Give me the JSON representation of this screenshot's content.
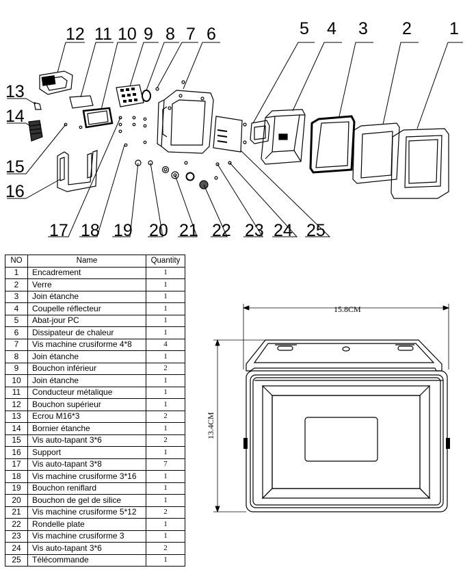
{
  "callouts": [
    "1",
    "2",
    "3",
    "4",
    "5",
    "6",
    "7",
    "8",
    "9",
    "10",
    "11",
    "12",
    "13",
    "14",
    "15",
    "16",
    "17",
    "18",
    "19",
    "20",
    "21",
    "22",
    "23",
    "24",
    "25"
  ],
  "table": {
    "headers": {
      "no": "NO",
      "name": "Name",
      "quantity": "Quantity"
    },
    "rows": [
      {
        "no": "1",
        "name": "Encadrement",
        "qty": "1"
      },
      {
        "no": "2",
        "name": "Verre",
        "qty": "1"
      },
      {
        "no": "3",
        "name": "Join étanche",
        "qty": "1"
      },
      {
        "no": "4",
        "name": "Coupelle réflecteur",
        "qty": "1"
      },
      {
        "no": "5",
        "name": "Abat-jour PC",
        "qty": "1"
      },
      {
        "no": "6",
        "name": "Dissipateur de chaleur",
        "qty": "1"
      },
      {
        "no": "7",
        "name": "Vis machine crusiforme 4*8",
        "qty": "4"
      },
      {
        "no": "8",
        "name": "Join étanche",
        "qty": "1"
      },
      {
        "no": "9",
        "name": "Bouchon inférieur",
        "qty": "2"
      },
      {
        "no": "10",
        "name": "Join étanche",
        "qty": "1"
      },
      {
        "no": "11",
        "name": "Conducteur métalique",
        "qty": "1"
      },
      {
        "no": "12",
        "name": "Bouchon supérieur",
        "qty": "1"
      },
      {
        "no": "13",
        "name": "Ecrou M16*3",
        "qty": "2"
      },
      {
        "no": "14",
        "name": "Bornier étanche",
        "qty": "1"
      },
      {
        "no": "15",
        "name": "Vis auto-tapant 3*6",
        "qty": "2"
      },
      {
        "no": "16",
        "name": "Support",
        "qty": "1"
      },
      {
        "no": "17",
        "name": "Vis auto-tapant 3*8",
        "qty": "7"
      },
      {
        "no": "18",
        "name": "Vis machine crusiforme 3*16",
        "qty": "1"
      },
      {
        "no": "19",
        "name": "Bouchon reniflard",
        "qty": "1"
      },
      {
        "no": "20",
        "name": "Bouchon de gel de silice",
        "qty": "1"
      },
      {
        "no": "21",
        "name": "Vis machine crusiforme 5*12",
        "qty": "2"
      },
      {
        "no": "22",
        "name": "Rondelle plate",
        "qty": "1"
      },
      {
        "no": "23",
        "name": "Vis machine crusiforme 3",
        "qty": "1"
      },
      {
        "no": "24",
        "name": "Vis auto-tapant 3*6",
        "qty": "2"
      },
      {
        "no": "25",
        "name": "Télécommande",
        "qty": "1"
      }
    ]
  },
  "dimensions": {
    "width": "15.8CM",
    "height": "13.4CM"
  }
}
